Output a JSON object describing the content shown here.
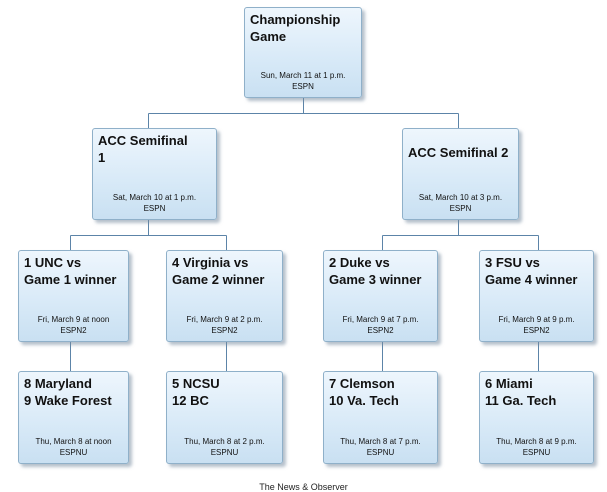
{
  "bracket": {
    "final": {
      "title": "Championship\nGame",
      "time": "Sun, March 11 at 1 p.m.",
      "network": "ESPN"
    },
    "semis": [
      {
        "title": "ACC Semifinal\n1",
        "time": "Sat, March 10 at 1 p.m.",
        "network": "ESPN"
      },
      {
        "title": "ACC Semifinal 2",
        "time": "Sat, March 10 at 3 p.m.",
        "network": "ESPN"
      }
    ],
    "quarters": [
      {
        "title": "1 UNC vs\nGame 1 winner",
        "time": "Fri, March 9 at noon",
        "network": "ESPN2"
      },
      {
        "title": "4 Virginia vs\nGame 2 winner",
        "time": "Fri, March 9 at 2 p.m.",
        "network": "ESPN2"
      },
      {
        "title": "2 Duke vs\nGame 3 winner",
        "time": "Fri, March 9 at 7 p.m.",
        "network": "ESPN2"
      },
      {
        "title": "3 FSU vs\nGame 4 winner",
        "time": "Fri, March 9 at 9 p.m.",
        "network": "ESPN2"
      }
    ],
    "firsts": [
      {
        "title": "8 Maryland\n9 Wake Forest",
        "time": "Thu, March 8 at noon",
        "network": "ESPNU"
      },
      {
        "title": "5 NCSU\n12 BC",
        "time": "Thu, March 8 at 2 p.m.",
        "network": "ESPNU"
      },
      {
        "title": "7 Clemson\n10 Va. Tech",
        "time": "Thu, March 8 at 7 p.m.",
        "network": "ESPNU"
      },
      {
        "title": "6 Miami\n11 Ga. Tech",
        "time": "Thu, March 8 at 9 p.m.",
        "network": "ESPNU"
      }
    ]
  },
  "credit": "The News & Observer",
  "colors": {
    "connector": "#5c84a8",
    "box_border": "#8fb0c9",
    "box_fill": "#d7e9f7"
  }
}
